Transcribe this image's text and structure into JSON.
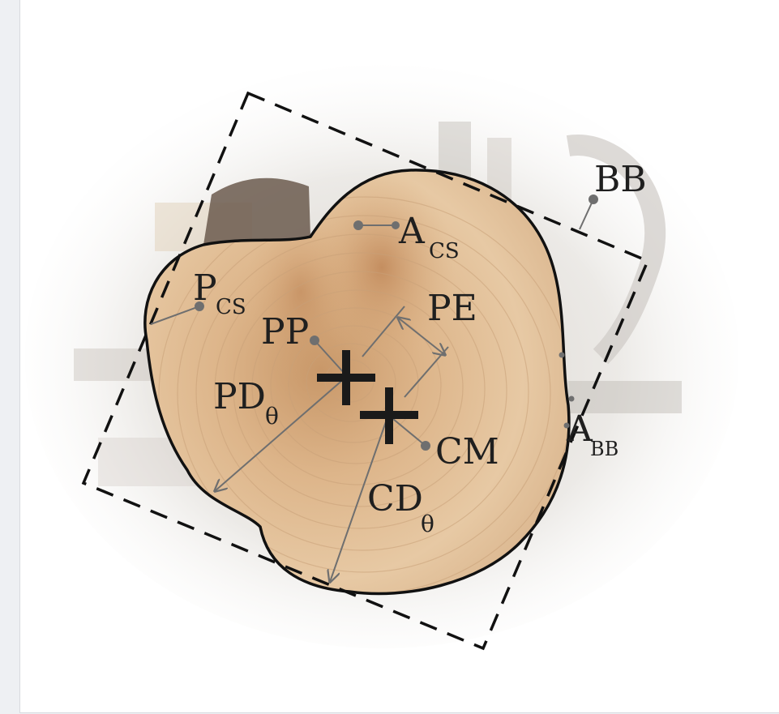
{
  "labels": {
    "bb": "BB",
    "a_cs_main": "A",
    "a_cs_sub": "CS",
    "p_cs_main": "P",
    "p_cs_sub": "CS",
    "pp": "PP",
    "pe": "PE",
    "pd_main": "PD",
    "pd_sub": "θ",
    "cm": "CM",
    "cd_main": "CD",
    "cd_sub": "θ",
    "a_bb_main": "A",
    "a_bb_sub": "BB"
  },
  "colors": {
    "outline": "#111111",
    "leader": "#6f6f6f",
    "wood_light": "#e4c5a0",
    "wood_dark": "#b98457",
    "bark": "#5a4a40",
    "background_blur": "#e6e3df"
  },
  "icons": {
    "pith_marker": "plus-cross",
    "centroid_marker": "plus-cross"
  }
}
